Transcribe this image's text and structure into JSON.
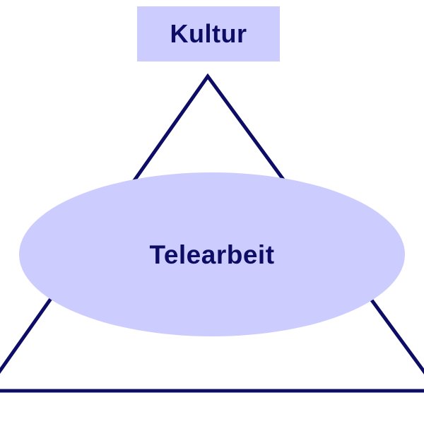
{
  "diagram": {
    "top_box": {
      "label": "Kultur"
    },
    "center_ellipse": {
      "label": "Telearbeit"
    },
    "colors": {
      "fill": "#ccccff",
      "stroke": "#0d0d66",
      "text": "#0d0d66",
      "background": "#ffffff"
    },
    "shapes": [
      "triangle-outline",
      "ellipse",
      "rectangle"
    ]
  }
}
